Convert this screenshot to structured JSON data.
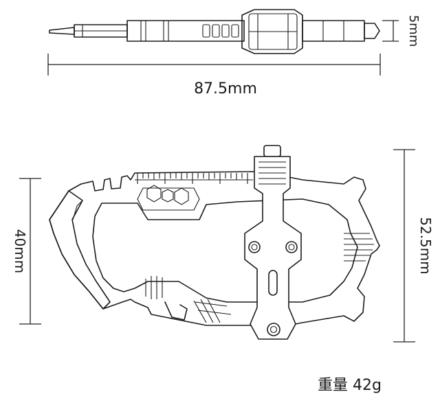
{
  "dimensions": {
    "length": "87.5mm",
    "thickness": "5mm",
    "height": "40mm",
    "width": "52.5mm"
  },
  "weight": "重量 42g",
  "colors": {
    "line": "#1a1a1a",
    "background": "#ffffff"
  }
}
